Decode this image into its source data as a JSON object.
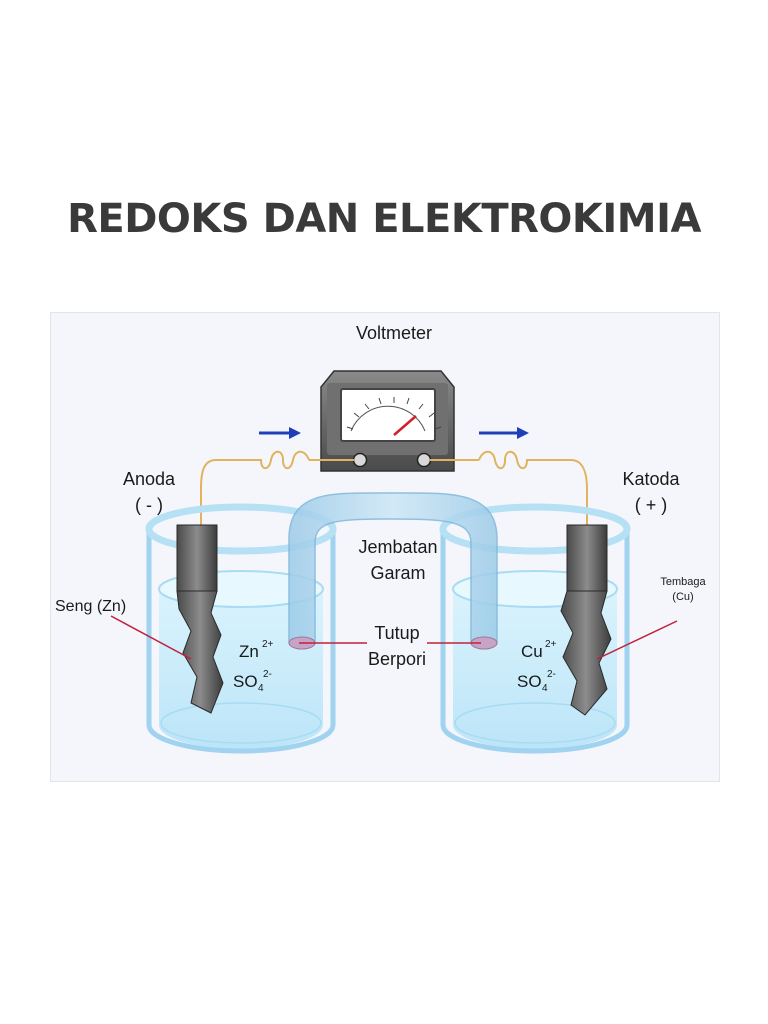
{
  "title": "REDOKS DAN ELEKTROKIMIA",
  "diagram": {
    "voltmeter": "Voltmeter",
    "anode": "Anoda",
    "anode_sign": "( - )",
    "cathode": "Katoda",
    "cathode_sign": "( + )",
    "salt_bridge_line1": "Jembatan",
    "salt_bridge_line2": "Garam",
    "porous_cap_line1": "Tutup",
    "porous_cap_line2": "Berpori",
    "zinc": "Seng (Zn)",
    "copper_line1": "Tembaga",
    "copper_line2": "(Cu)",
    "ion_zn": "Zn",
    "ion_zn_charge": "2+",
    "ion_cu": "Cu",
    "ion_cu_charge": "2+",
    "ion_so4": "SO",
    "ion_so4_sub": "4",
    "ion_so4_charge": "2-",
    "colors": {
      "wire": "#e0b35c",
      "arrow": "#1f3fb8",
      "solution": "#cfeefb",
      "glass": "#9fd3ef",
      "pointer_line": "#c0223a"
    }
  }
}
